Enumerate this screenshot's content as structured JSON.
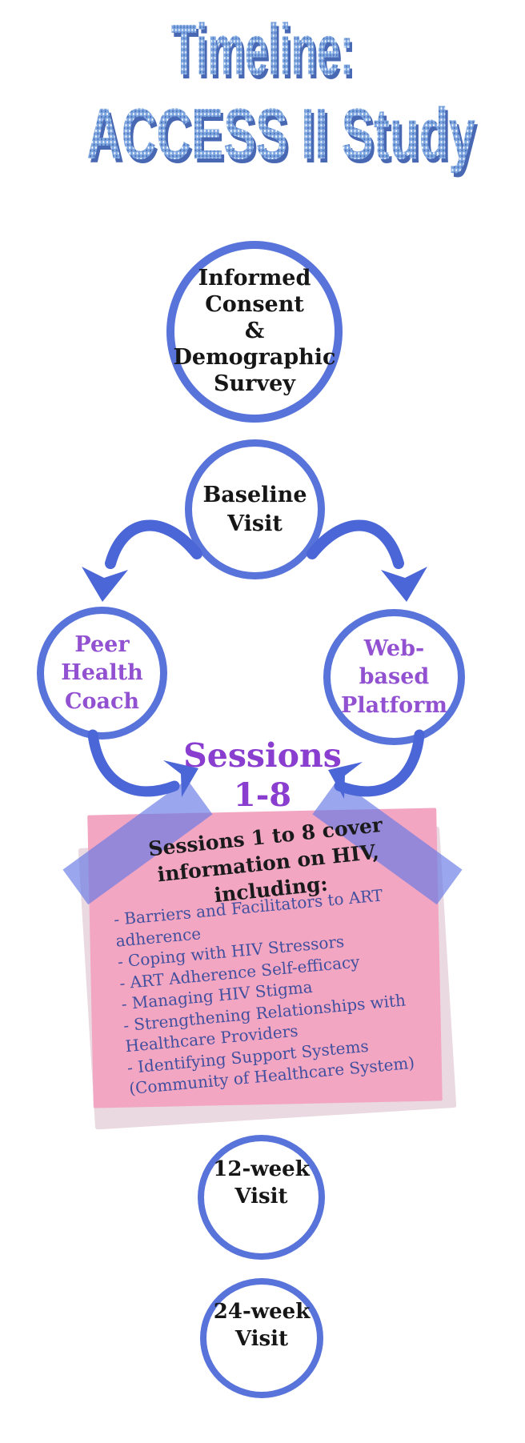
{
  "title": {
    "line1": "Timeline:",
    "line2": "ACCESS II Study"
  },
  "flow": {
    "informed_consent": {
      "lines": [
        "Informed",
        "Consent",
        "&",
        "Demographic",
        "Survey"
      ]
    },
    "baseline_visit": {
      "lines": [
        "Baseline",
        "Visit"
      ]
    },
    "peer_health_coach": {
      "lines": [
        "Peer",
        "Health",
        "Coach"
      ]
    },
    "web_based_platform": {
      "lines": [
        "Web-based",
        "Platform"
      ]
    },
    "sessions": {
      "line1": "Sessions",
      "line2": "1-8"
    },
    "week12_visit": {
      "lines": [
        "12-week",
        "Visit"
      ]
    },
    "week24_visit": {
      "lines": [
        "24-week",
        "Visit"
      ]
    }
  },
  "note": {
    "heading_lines": [
      "Sessions 1 to 8 cover",
      "information on HIV,",
      "including:"
    ],
    "items": [
      "- Barriers and Facilitators to ART",
      "adherence",
      "- Coping with HIV Stressors",
      "- ART Adherence Self-efficacy",
      "- Managing HIV Stigma",
      "- Strengthening Relationships with",
      "Healthcare Providers",
      "- Identifying Support Systems",
      "(Community of Healthcare System)"
    ]
  },
  "colors": {
    "circle_border": "#5873da",
    "arrow_blue": "#4b66d6",
    "node_purple": "#9151d1",
    "sessions_purple": "#8a3ed0",
    "note_pink": "#f2a6c2",
    "tape_blue": "rgba(102,120,228,0.66)",
    "note_text_blue": "#414f9f",
    "title_blue": "#7fa7e1",
    "title_shadow_blue": "#4868b4"
  }
}
